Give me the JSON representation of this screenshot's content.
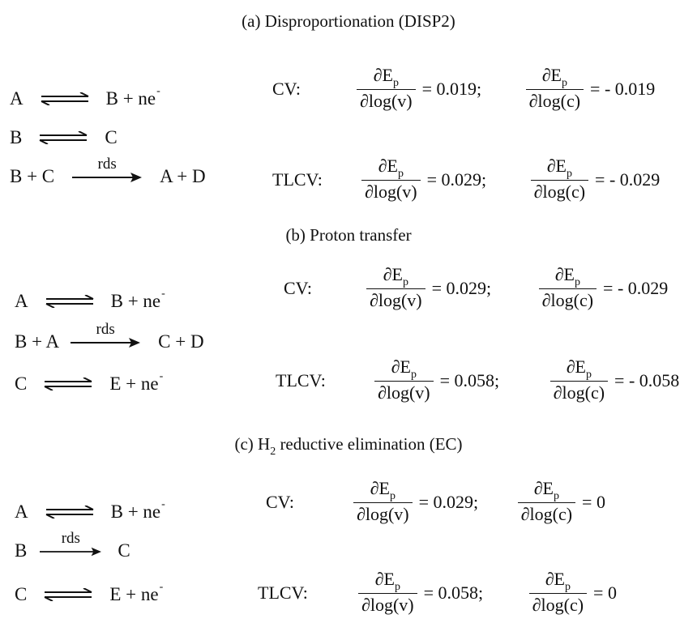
{
  "sections": [
    {
      "heading_pre": "(a) Disproportionation (DISP2)",
      "reactions": [
        {
          "left": "A",
          "arrow": "equilibrium",
          "right": "B + ne",
          "right_sup": "-"
        },
        {
          "left": "B",
          "arrow": "equilibrium",
          "right": "C",
          "right_sup": ""
        },
        {
          "left": "B + C",
          "arrow": "rds",
          "arrow_label": "rds",
          "right": "A + D",
          "right_sup": ""
        }
      ],
      "equations": [
        {
          "method": "CV:",
          "numerator": "∂E",
          "numerator_sub": "p",
          "den_v": "∂log(v)",
          "val_v": "= 0.019;",
          "den_c": "∂log(c)",
          "val_c": "= - 0.019"
        },
        {
          "method": "TLCV:",
          "numerator": "∂E",
          "numerator_sub": "p",
          "den_v": "∂log(v)",
          "val_v": "= 0.029;",
          "den_c": "∂log(c)",
          "val_c": "= - 0.029"
        }
      ]
    },
    {
      "heading_pre": "(b) Proton transfer",
      "reactions": [
        {
          "left": "A",
          "arrow": "equilibrium",
          "right": "B + ne",
          "right_sup": "-"
        },
        {
          "left": "B + A",
          "arrow": "rds",
          "arrow_label": "rds",
          "right": "C + D",
          "right_sup": ""
        },
        {
          "left": "C",
          "arrow": "equilibrium",
          "right": "E + ne",
          "right_sup": "-"
        }
      ],
      "equations": [
        {
          "method": "CV:",
          "numerator": "∂E",
          "numerator_sub": "p",
          "den_v": "∂log(v)",
          "val_v": "= 0.029;",
          "den_c": "∂log(c)",
          "val_c": "= - 0.029"
        },
        {
          "method": "TLCV:",
          "numerator": "∂E",
          "numerator_sub": "p",
          "den_v": "∂log(v)",
          "val_v": "= 0.058;",
          "den_c": "∂log(c)",
          "val_c": "= - 0.058"
        }
      ]
    },
    {
      "heading_pre": "(c) H",
      "heading_sub": "2",
      "heading_post": " reductive elimination (EC)",
      "reactions": [
        {
          "left": "A",
          "arrow": "equilibrium",
          "right": "B + ne",
          "right_sup": "-"
        },
        {
          "left": "B",
          "arrow": "rds",
          "arrow_label": "rds",
          "right": "C",
          "right_sup": ""
        },
        {
          "left": "C",
          "arrow": "equilibrium",
          "right": "E + ne",
          "right_sup": "-"
        }
      ],
      "equations": [
        {
          "method": "CV:",
          "numerator": "∂E",
          "numerator_sub": "p",
          "den_v": "∂log(v)",
          "val_v": "= 0.029;",
          "den_c": "∂log(c)",
          "val_c": "= 0"
        },
        {
          "method": "TLCV:",
          "numerator": "∂E",
          "numerator_sub": "p",
          "den_v": "∂log(v)",
          "val_v": "= 0.058;",
          "den_c": "∂log(c)",
          "val_c": "= 0"
        }
      ]
    }
  ]
}
